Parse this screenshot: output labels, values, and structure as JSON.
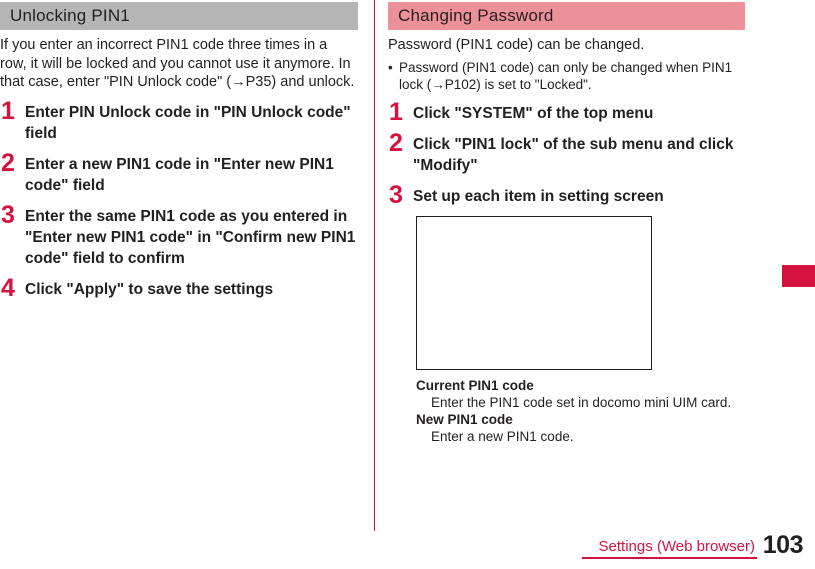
{
  "left_column": {
    "section_title": "Unlocking PIN1",
    "intro": "If you enter an incorrect PIN1 code three times in a row, it will be locked and you cannot use it anymore. In that case, enter \"PIN Unlock code\" (→P35) and unlock.",
    "steps": [
      {
        "num": "1",
        "text": "Enter PIN Unlock code in \"PIN Unlock code\" field"
      },
      {
        "num": "2",
        "text": "Enter a new PIN1 code in \"Enter new PIN1 code\" field"
      },
      {
        "num": "3",
        "text": "Enter the same PIN1 code as you entered in \"Enter new PIN1 code\" in \"Confirm new PIN1 code\" field to confirm"
      },
      {
        "num": "4",
        "text": "Click \"Apply\" to save the settings"
      }
    ]
  },
  "right_column": {
    "section_title": "Changing Password",
    "intro": "Password (PIN1 code) can be changed.",
    "bullet_marker": "•",
    "bullet": "Password (PIN1 code) can only be changed when PIN1 lock (→P102) is set to \"Locked\".",
    "steps": [
      {
        "num": "1",
        "text": "Click \"SYSTEM\" of the top menu"
      },
      {
        "num": "2",
        "text": "Click \"PIN1 lock\" of the sub menu and click \"Modify\""
      },
      {
        "num": "3",
        "text": "Set up each item in setting screen"
      }
    ],
    "definitions": [
      {
        "term": "Current PIN1 code",
        "desc": "Enter the PIN1 code set in docomo mini UIM card."
      },
      {
        "term": "New PIN1 code",
        "desc": "Enter a new PIN1 code."
      }
    ]
  },
  "footer": {
    "title": "Settings (Web browser)",
    "page_number": "103"
  },
  "colors": {
    "accent": "#d4143f",
    "header_gray": "#b5b5b5",
    "header_pink": "#ed9199",
    "text": "#231f20"
  }
}
